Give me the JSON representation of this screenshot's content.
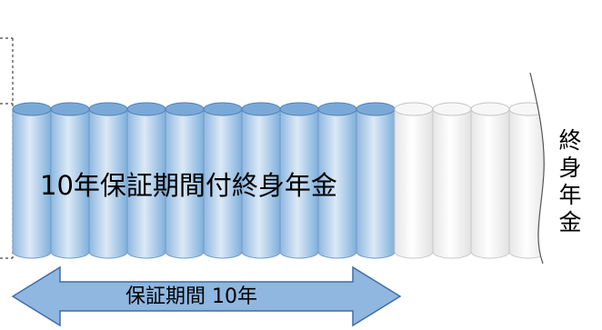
{
  "diagram": {
    "main_label": "10年保証期間付終身年金",
    "arrow_label": "保証期間 10年",
    "side_label_chars": [
      "終",
      "身",
      "年",
      "金"
    ],
    "guaranteed_cylinder_count": 10,
    "life_cylinder_count": 4,
    "colors": {
      "guaranteed_top": "#7aa9d8",
      "guaranteed_body_light": "#d6e6f5",
      "guaranteed_body_dark": "#8fb8e0",
      "life_body": "#f4f4f4",
      "arrow_fill": "#8fb7e0",
      "arrow_stroke": "#3f6fa6"
    }
  }
}
